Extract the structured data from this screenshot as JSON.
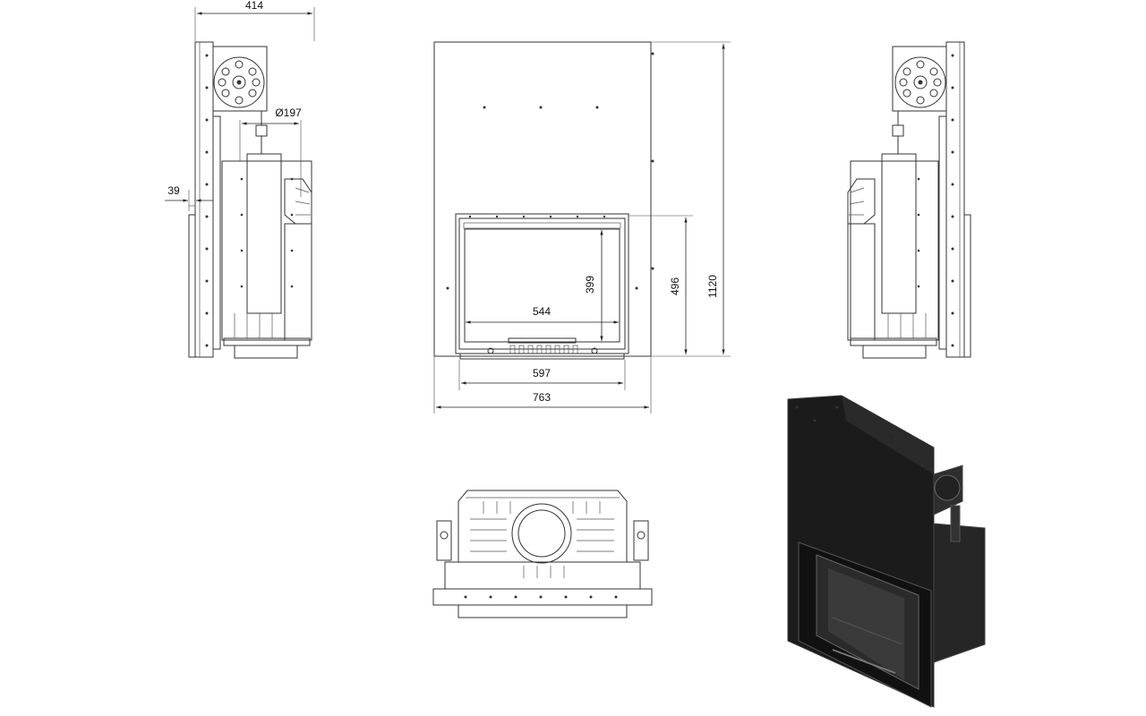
{
  "dimensions": {
    "side_width": "414",
    "flue_diameter": "Ø197",
    "side_offset": "39",
    "total_height": "1120",
    "opening_height": "496",
    "glass_height": "399",
    "glass_width": "544",
    "door_width": "597",
    "total_width": "763"
  },
  "colors": {
    "line": "#333333",
    "render_body": "#1a1a1a",
    "render_edge": "#3a3a3a",
    "background": "#ffffff"
  }
}
